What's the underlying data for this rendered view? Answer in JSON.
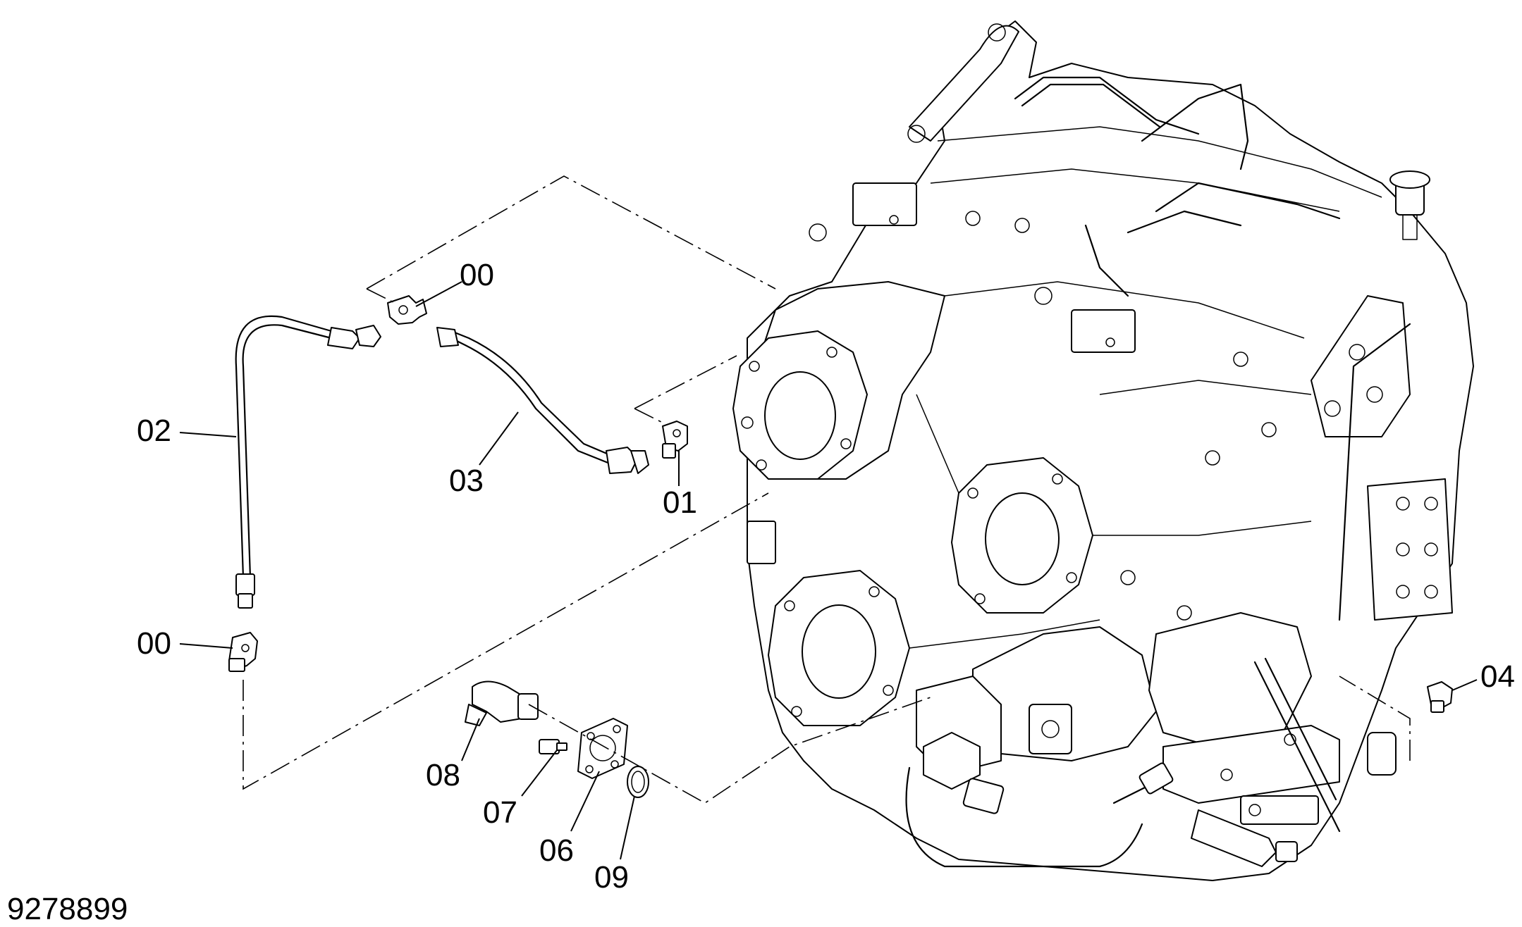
{
  "drawing_number": "9278899",
  "callouts": {
    "c00_top": "00",
    "c00_left": "00",
    "c01": "01",
    "c02": "02",
    "c03": "03",
    "c04": "04",
    "c06": "06",
    "c07": "07",
    "c08": "08",
    "c09": "09"
  },
  "colors": {
    "line": "#000000",
    "background": "#ffffff"
  }
}
